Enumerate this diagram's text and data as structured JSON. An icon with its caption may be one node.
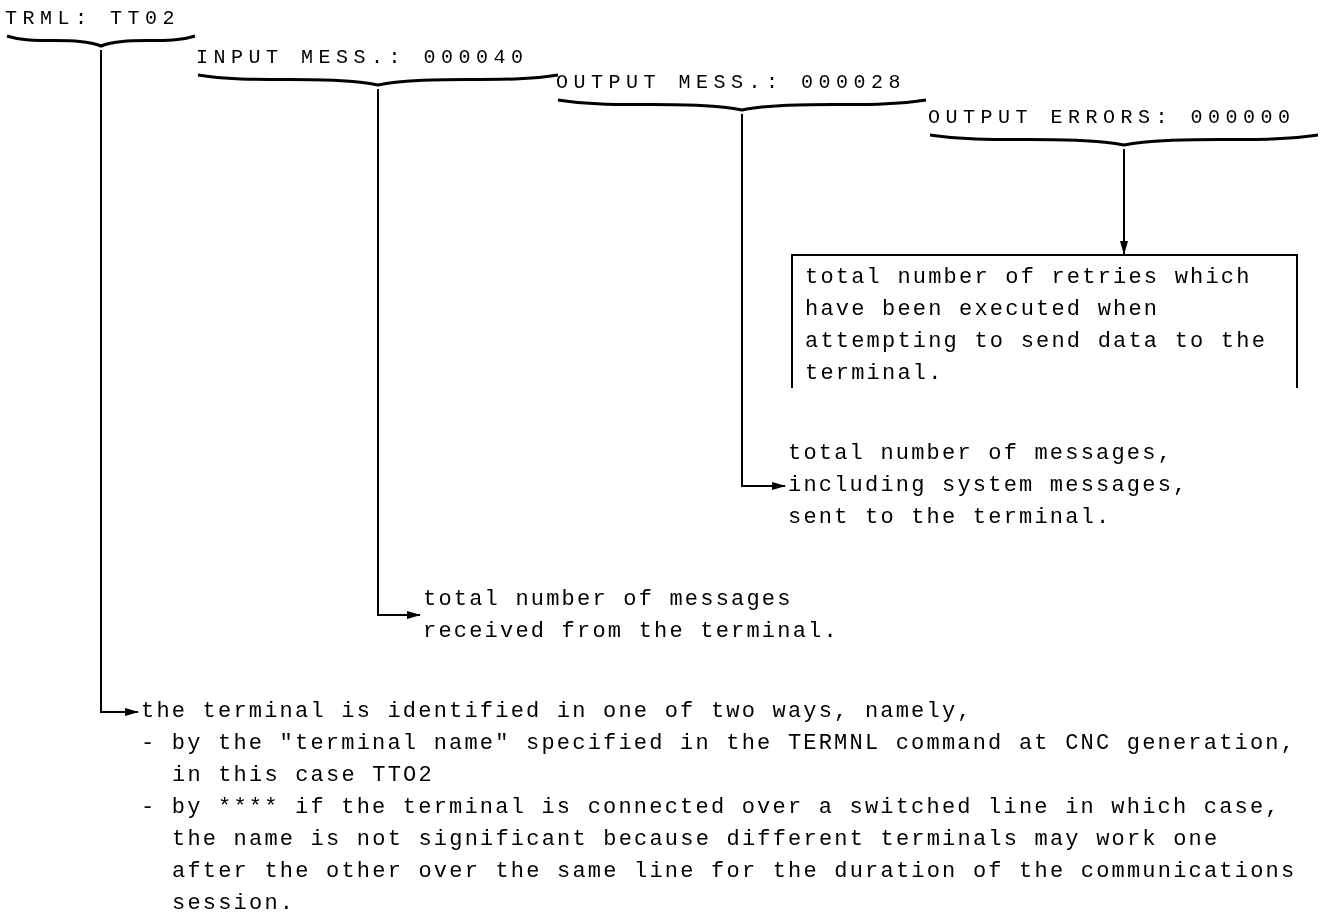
{
  "diagram": {
    "nodes": [
      {
        "text": [
          "TRML: TT02"
        ]
      },
      {
        "text": [
          "INPUT MESS.: 000040"
        ]
      },
      {
        "text": [
          "OUTPUT MESS.: 000028"
        ]
      },
      {
        "text": [
          "OUTPUT ERRORS: 000000"
        ]
      },
      {
        "text": [
          "total number of retries which have been executed when attempting to send data to the terminal."
        ]
      },
      {
        "text": [
          "total number of messages, including system messages, sent to the terminal."
        ]
      },
      {
        "text": [
          "total number of messages received from the terminal."
        ]
      },
      {
        "text": [
          "the terminal is identified in one of two ways, namely,",
          "- by the \"terminal name\" specified in the TERMNL command at CNC generation, in this case TTO2",
          "- by **** if the terminal is connected over a switched line in which case, the name is not significant because different terminals may work one after the other over the same line for the duration of the communications session."
        ]
      }
    ],
    "edges": [
      {
        "from": 0,
        "to": 7,
        "arrow": "to"
      },
      {
        "from": 1,
        "to": 6,
        "arrow": "to"
      },
      {
        "from": 2,
        "to": 5,
        "arrow": "to"
      },
      {
        "from": 3,
        "to": 4,
        "arrow": "to"
      }
    ]
  }
}
